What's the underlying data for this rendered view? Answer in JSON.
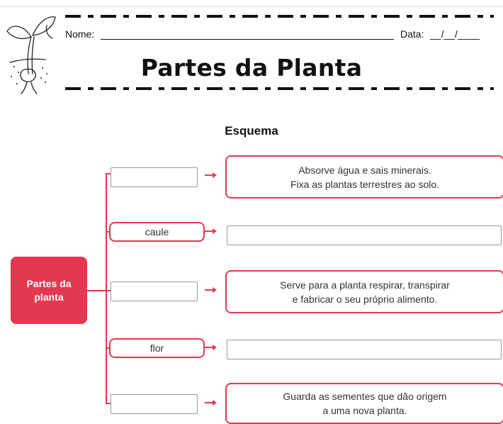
{
  "header": {
    "nome_label": "Nome:",
    "data_label": "Data:",
    "date_blank": "__/__/____",
    "title": "Partes da Planta"
  },
  "diagram": {
    "subtitle": "Esquema",
    "root_label_line1": "Partes da",
    "root_label_line2": "planta",
    "rows": [
      {
        "left_label": "",
        "right_lines": [
          "Absorve água e sais minerais.",
          "Fixa as plantas terrestres ao solo."
        ]
      },
      {
        "left_label": "caule",
        "right_lines": []
      },
      {
        "left_label": "",
        "right_lines": [
          "Serve para a planta respirar, transpirar",
          "e fabricar o seu próprio alimento."
        ]
      },
      {
        "left_label": "flor",
        "right_lines": []
      },
      {
        "left_label": "",
        "right_lines": [
          "Guarda as sementes que dão origem",
          "a uma nova planta."
        ]
      }
    ]
  },
  "colors": {
    "accent": "#e23950"
  },
  "icons": {
    "illustration": "sprouting-seed-icon"
  }
}
